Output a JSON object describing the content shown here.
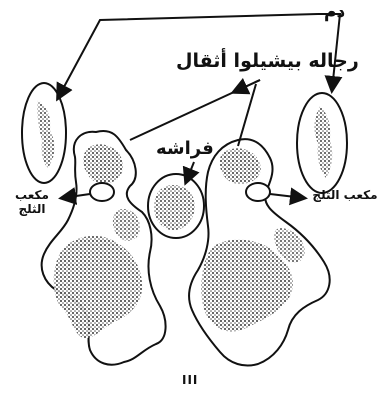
{
  "labels": {
    "blood": "دم",
    "legs": "رجاله بيشيلوا أثقال",
    "butterfly": "فراشه",
    "ice_cube": "مكعب الثلج",
    "figure_number": "III"
  },
  "colors": {
    "ink": "#111111",
    "shade": "#2a2a2a",
    "paper": "#ffffff"
  }
}
